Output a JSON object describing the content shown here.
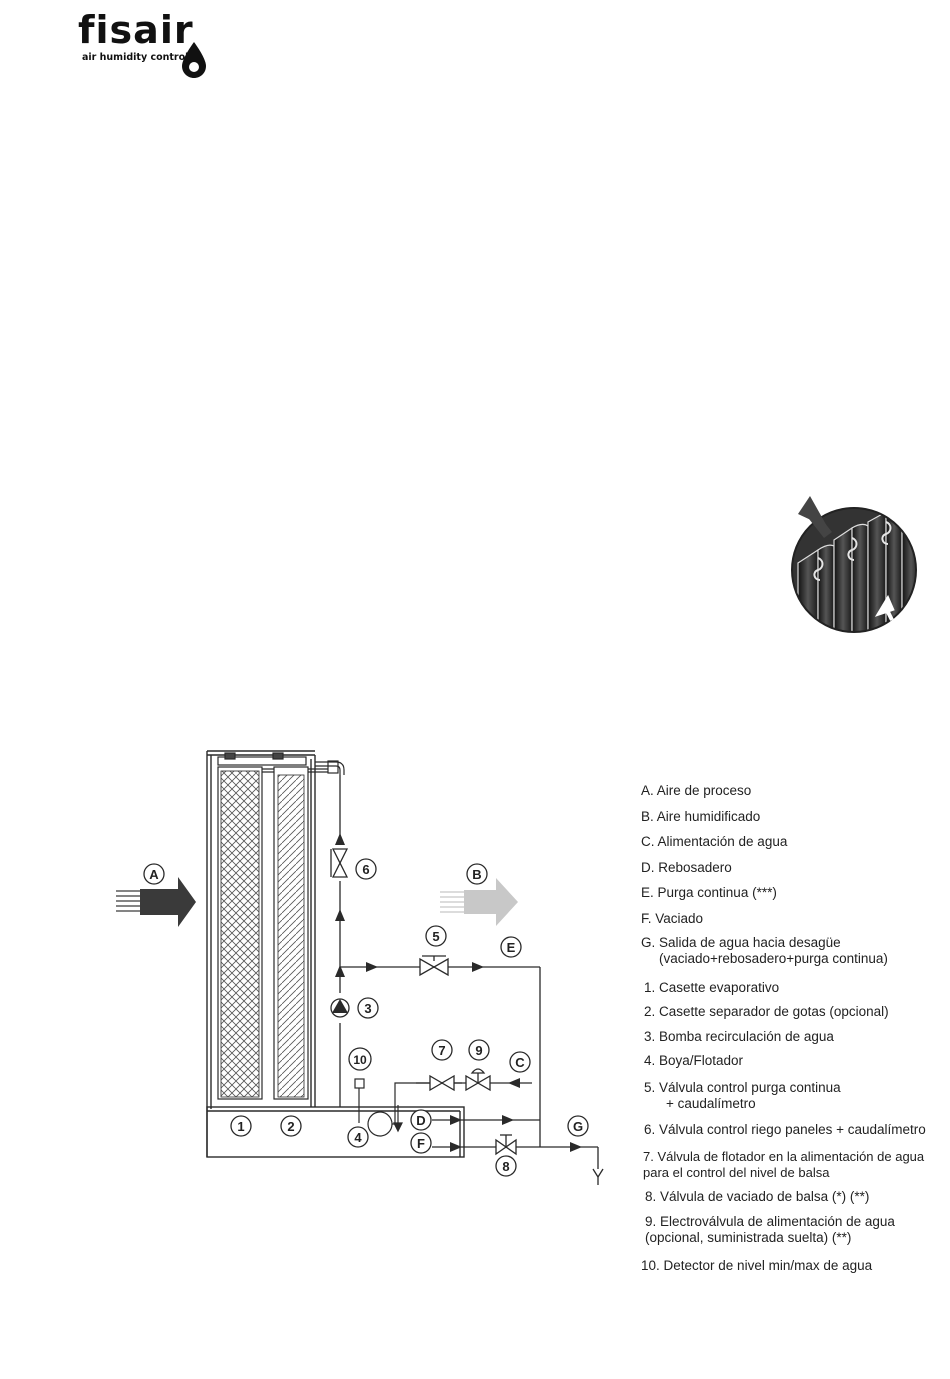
{
  "brand": {
    "name": "fisair",
    "tagline": "air humidity control"
  },
  "diagram": {
    "callouts": [
      "A",
      "B",
      "C",
      "D",
      "E",
      "F",
      "G",
      "1",
      "2",
      "3",
      "4",
      "5",
      "6",
      "7",
      "8",
      "9",
      "10"
    ],
    "colors": {
      "line": "#2a2a2a",
      "arrow_dark": "#3a3a3a",
      "arrow_light": "#c8c8c8"
    }
  },
  "legend": {
    "A": "A. Aire de proceso",
    "B": "B. Aire humidificado",
    "C": "C. Alimentación de agua",
    "D": "D. Rebosadero",
    "E": "E. Purga continua (***)",
    "F": "F. Vaciado",
    "G_line1": "G. Salida de agua hacia desagüe",
    "G_line2": "(vaciado+rebosadero+purga continua)",
    "1": "1. Casette evaporativo",
    "2": "2. Casette separador de gotas (opcional)",
    "3": "3. Bomba recirculación de agua",
    "4": "4. Boya/Flotador",
    "5_line1": "5. Válvula control purga continua",
    "5_line2": "+ caudalímetro",
    "6": "6. Válvula control riego paneles + caudalímetro",
    "7_line1": "7. Válvula de flotador en la alimentación de agua",
    "7_line2": "para el control del nivel de balsa",
    "8": "8. Válvula de vaciado de balsa (*) (**)",
    "9_line1": "9. Electroválvula de alimentación de agua",
    "9_line2": "(opcional, suministrada suelta) (**)",
    "10": "10. Detector de nivel min/max de agua"
  }
}
